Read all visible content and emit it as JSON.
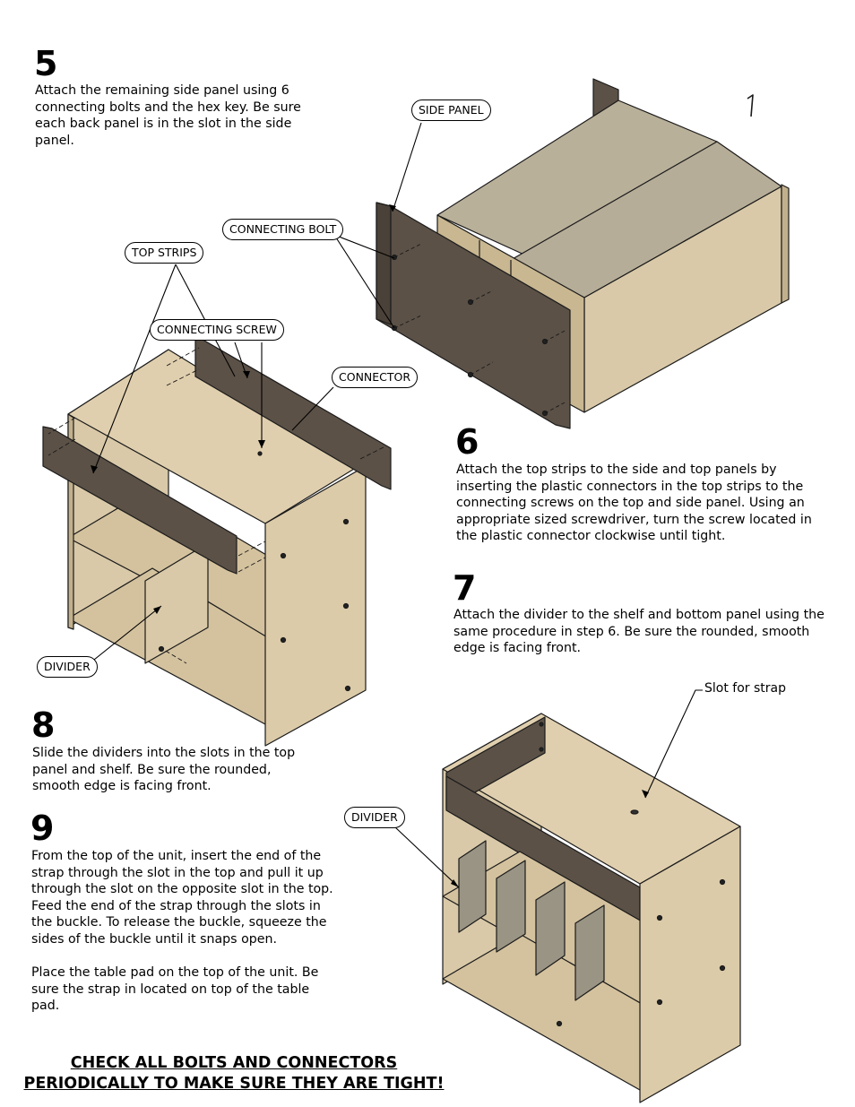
{
  "steps": [
    {
      "number": "5",
      "text": "Attach the remaining side panel using 6\nconnecting bolts and the hex key.  Be sure\neach back panel is in the slot in the side\npanel."
    },
    {
      "number": "6",
      "text": "Attach the top strips to the side and top panels by\ninserting the plastic connectors in the top strips to the\nconnecting screws on the top and side panel.  Using an\nappropriate sized screwdriver, turn the screw located in\nthe plastic connector clockwise until tight."
    },
    {
      "number": "7",
      "text": "Attach the divider to the shelf and bottom panel using the\nsame procedure in step 6.  Be sure the rounded, smooth\nedge is facing front."
    },
    {
      "number": "8",
      "text": "Slide the dividers into the slots in the top\npanel and shelf.  Be sure the rounded,\nsmooth edge is facing front."
    },
    {
      "number": "9",
      "text": "From the top of the unit, insert the end of the\nstrap through the slot in the top and pull it up\nthrough the slot on the opposite slot in the top.\nFeed the end of the strap through the slots in\nthe buckle.  To release the buckle, squeeze the\nsides of the buckle until it snaps open.\n\nPlace the table pad on the top of the unit.  Be\nsure the strap in located on top of the table\npad."
    }
  ],
  "callouts": {
    "side_panel": "SIDE PANEL",
    "connecting_bolt": "CONNECTING BOLT",
    "top_strips": "TOP STRIPS",
    "connecting_screw": "CONNECTING SCREW",
    "connector": "CONNECTOR",
    "divider_1": "DIVIDER",
    "divider_2": "DIVIDER",
    "slot_for_strap": "Slot for strap"
  },
  "warning": {
    "line1": "CHECK ALL BOLTS AND CONNECTORS",
    "line2": "PERIODICALLY TO MAKE SURE THEY ARE TIGHT!"
  },
  "colors": {
    "wood_light": "#d9c9a8",
    "wood_top": "#e0cfae",
    "wood_mid": "#c9b791",
    "panel_dark": "#5b5147",
    "panel_gray": "#b6ad98",
    "divider_gray": "#9a9484"
  }
}
